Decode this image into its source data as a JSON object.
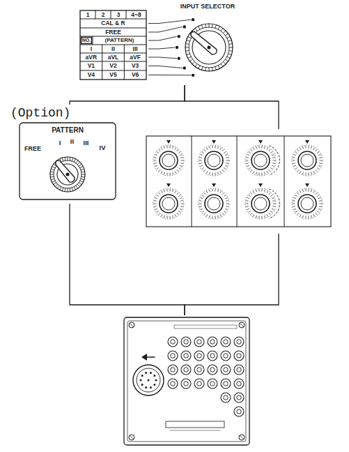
{
  "diagram": {
    "nodes": [
      {
        "text": [
          "INPUT SELECTOR"
        ]
      },
      {
        "text": [
          "(Option)",
          "PATTERN"
        ]
      },
      {
        "text": []
      },
      {
        "text": []
      }
    ],
    "edges": [
      {
        "from": 0,
        "to": 1,
        "arrow": "none"
      },
      {
        "from": 0,
        "to": 2,
        "arrow": "none"
      },
      {
        "from": 1,
        "to": 3,
        "arrow": "none"
      },
      {
        "from": 2,
        "to": 3,
        "arrow": "none"
      }
    ],
    "labels": [
      "1",
      "2",
      "3",
      "4~8",
      "CAL & R",
      "FREE",
      "NO.",
      "(PATTERN)",
      "I",
      "II",
      "III",
      "aVR",
      "aVL",
      "aVF",
      "V1",
      "V2",
      "V3",
      "V4",
      "V5",
      "V6",
      "FREE",
      "I",
      "II",
      "III",
      "IV"
    ]
  }
}
